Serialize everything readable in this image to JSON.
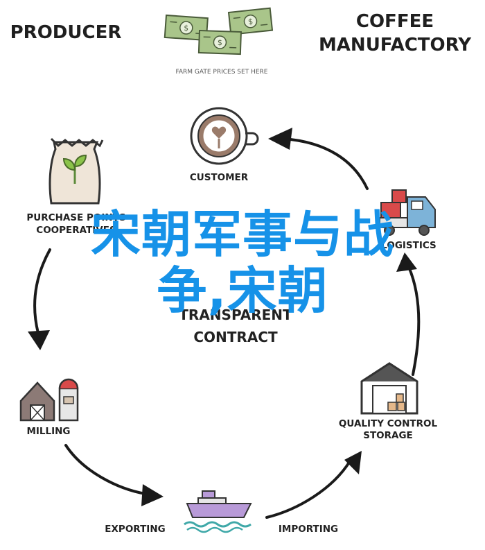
{
  "header": {
    "producer": "PRODUCER",
    "coffee_line1": "COFFEE",
    "coffee_line2": "MANUFACTORY",
    "farm_gate": "FARM GATE PRICES SET HERE"
  },
  "stages": {
    "customer": "CUSTOMER",
    "purchase_line1": "PURCHASE POINTS",
    "purchase_line2": "COOPERATIVES",
    "logistics": "LOGISTICS",
    "transparent_line1": "TRANSPARENT",
    "transparent_line2": "CONTRACT",
    "milling": "MILLING",
    "quality_line1": "QUALITY CONTROL",
    "quality_line2": "STORAGE",
    "exporting": "EXPORTING",
    "importing": "IMPORTING"
  },
  "overlay": {
    "line1": "宋朝军事与战",
    "line2": "争,宋朝"
  },
  "colors": {
    "overlay_text": "#1692e8",
    "money_green": "#a9c58a",
    "box_red": "#d94a4a",
    "truck_blue": "#7db3d8",
    "ship_purple": "#b89ad8",
    "water_teal": "#3fa8a8",
    "arrow_dark": "#1a1a1a"
  }
}
